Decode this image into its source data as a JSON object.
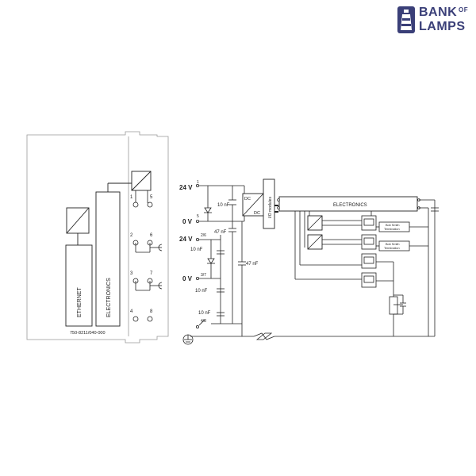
{
  "logo": {
    "line1": "BANK",
    "of": "OF",
    "line2": "LAMPS",
    "color": "#3a3f78"
  },
  "module": {
    "part_number": "750-8211/040-000",
    "block_ethernet": "ETHERNET",
    "block_electronics": "ELECTRONICS",
    "terminals": [
      "1",
      "5",
      "2",
      "6",
      "3",
      "7",
      "4",
      "8"
    ]
  },
  "schematic": {
    "v24_top": "24 V",
    "v0_top": "0 V",
    "v24_bottom": "24 V",
    "v0_bottom": "0 V",
    "pin1": "1",
    "pin5": "5",
    "pin26": "2/6",
    "pin37": "3/7",
    "pin48": "4/8",
    "cap_10nf_1": "10 nF",
    "cap_10nf_2": "10 nF",
    "cap_10nf_3": "10 nF",
    "cap_10nf_4": "10 nF",
    "cap_47nf_1": "47 nF",
    "cap_47nf_2": "47 nF",
    "dc_top": "DC",
    "dc_bottom": "DC",
    "io_modules": "I/O modules",
    "electronics": "ELECTRONICS",
    "bob_top": "Bob Smith",
    "term_top": "Termination",
    "bob_bottom": "Bob Smith",
    "term_bottom": "Termination"
  }
}
